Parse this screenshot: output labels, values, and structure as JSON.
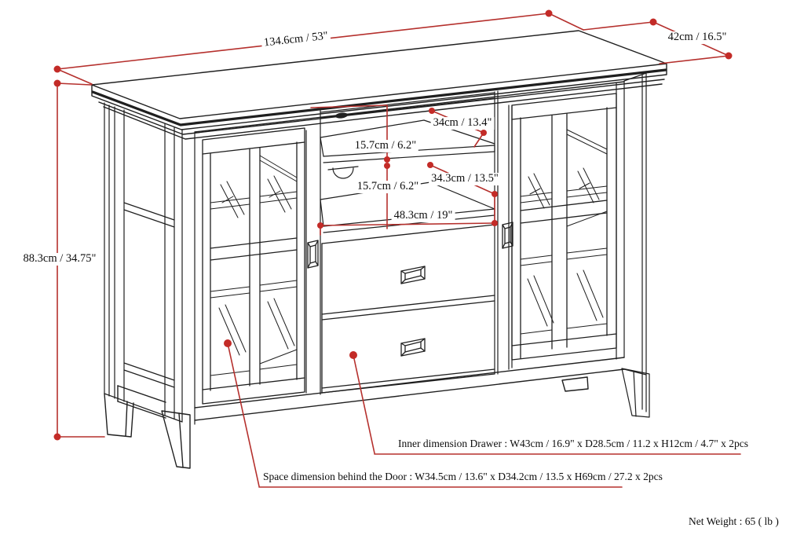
{
  "diagram": {
    "title_hint": "TV stand dimension diagram",
    "colors": {
      "annotation": "#b5302d",
      "dot": "#c32b27",
      "line": "#1f1f1f",
      "background": "#ffffff"
    },
    "labels": {
      "overall_width": "134.6cm / 53\"",
      "overall_depth": "42cm / 16.5\"",
      "overall_height": "88.3cm / 34.75\"",
      "top_shelf_depth": "34cm / 13.4\"",
      "top_opening_height": "15.7cm / 6.2\"",
      "middle_shelf_depth": "34.3cm / 13.5\"",
      "middle_opening_height": "15.7cm / 6.2\"",
      "center_opening_width": "48.3cm / 19\""
    },
    "notes": {
      "drawer_inner": "Inner dimension Drawer : W43cm / 16.9\" x D28.5cm / 11.2 x H12cm / 4.7\" x 2pcs",
      "door_space": "Space dimension behind the Door  : W34.5cm / 13.6\" x D34.2cm / 13.5 x H69cm / 27.2 x 2pcs",
      "net_weight": "Net Weight : 65 ( lb )"
    }
  }
}
